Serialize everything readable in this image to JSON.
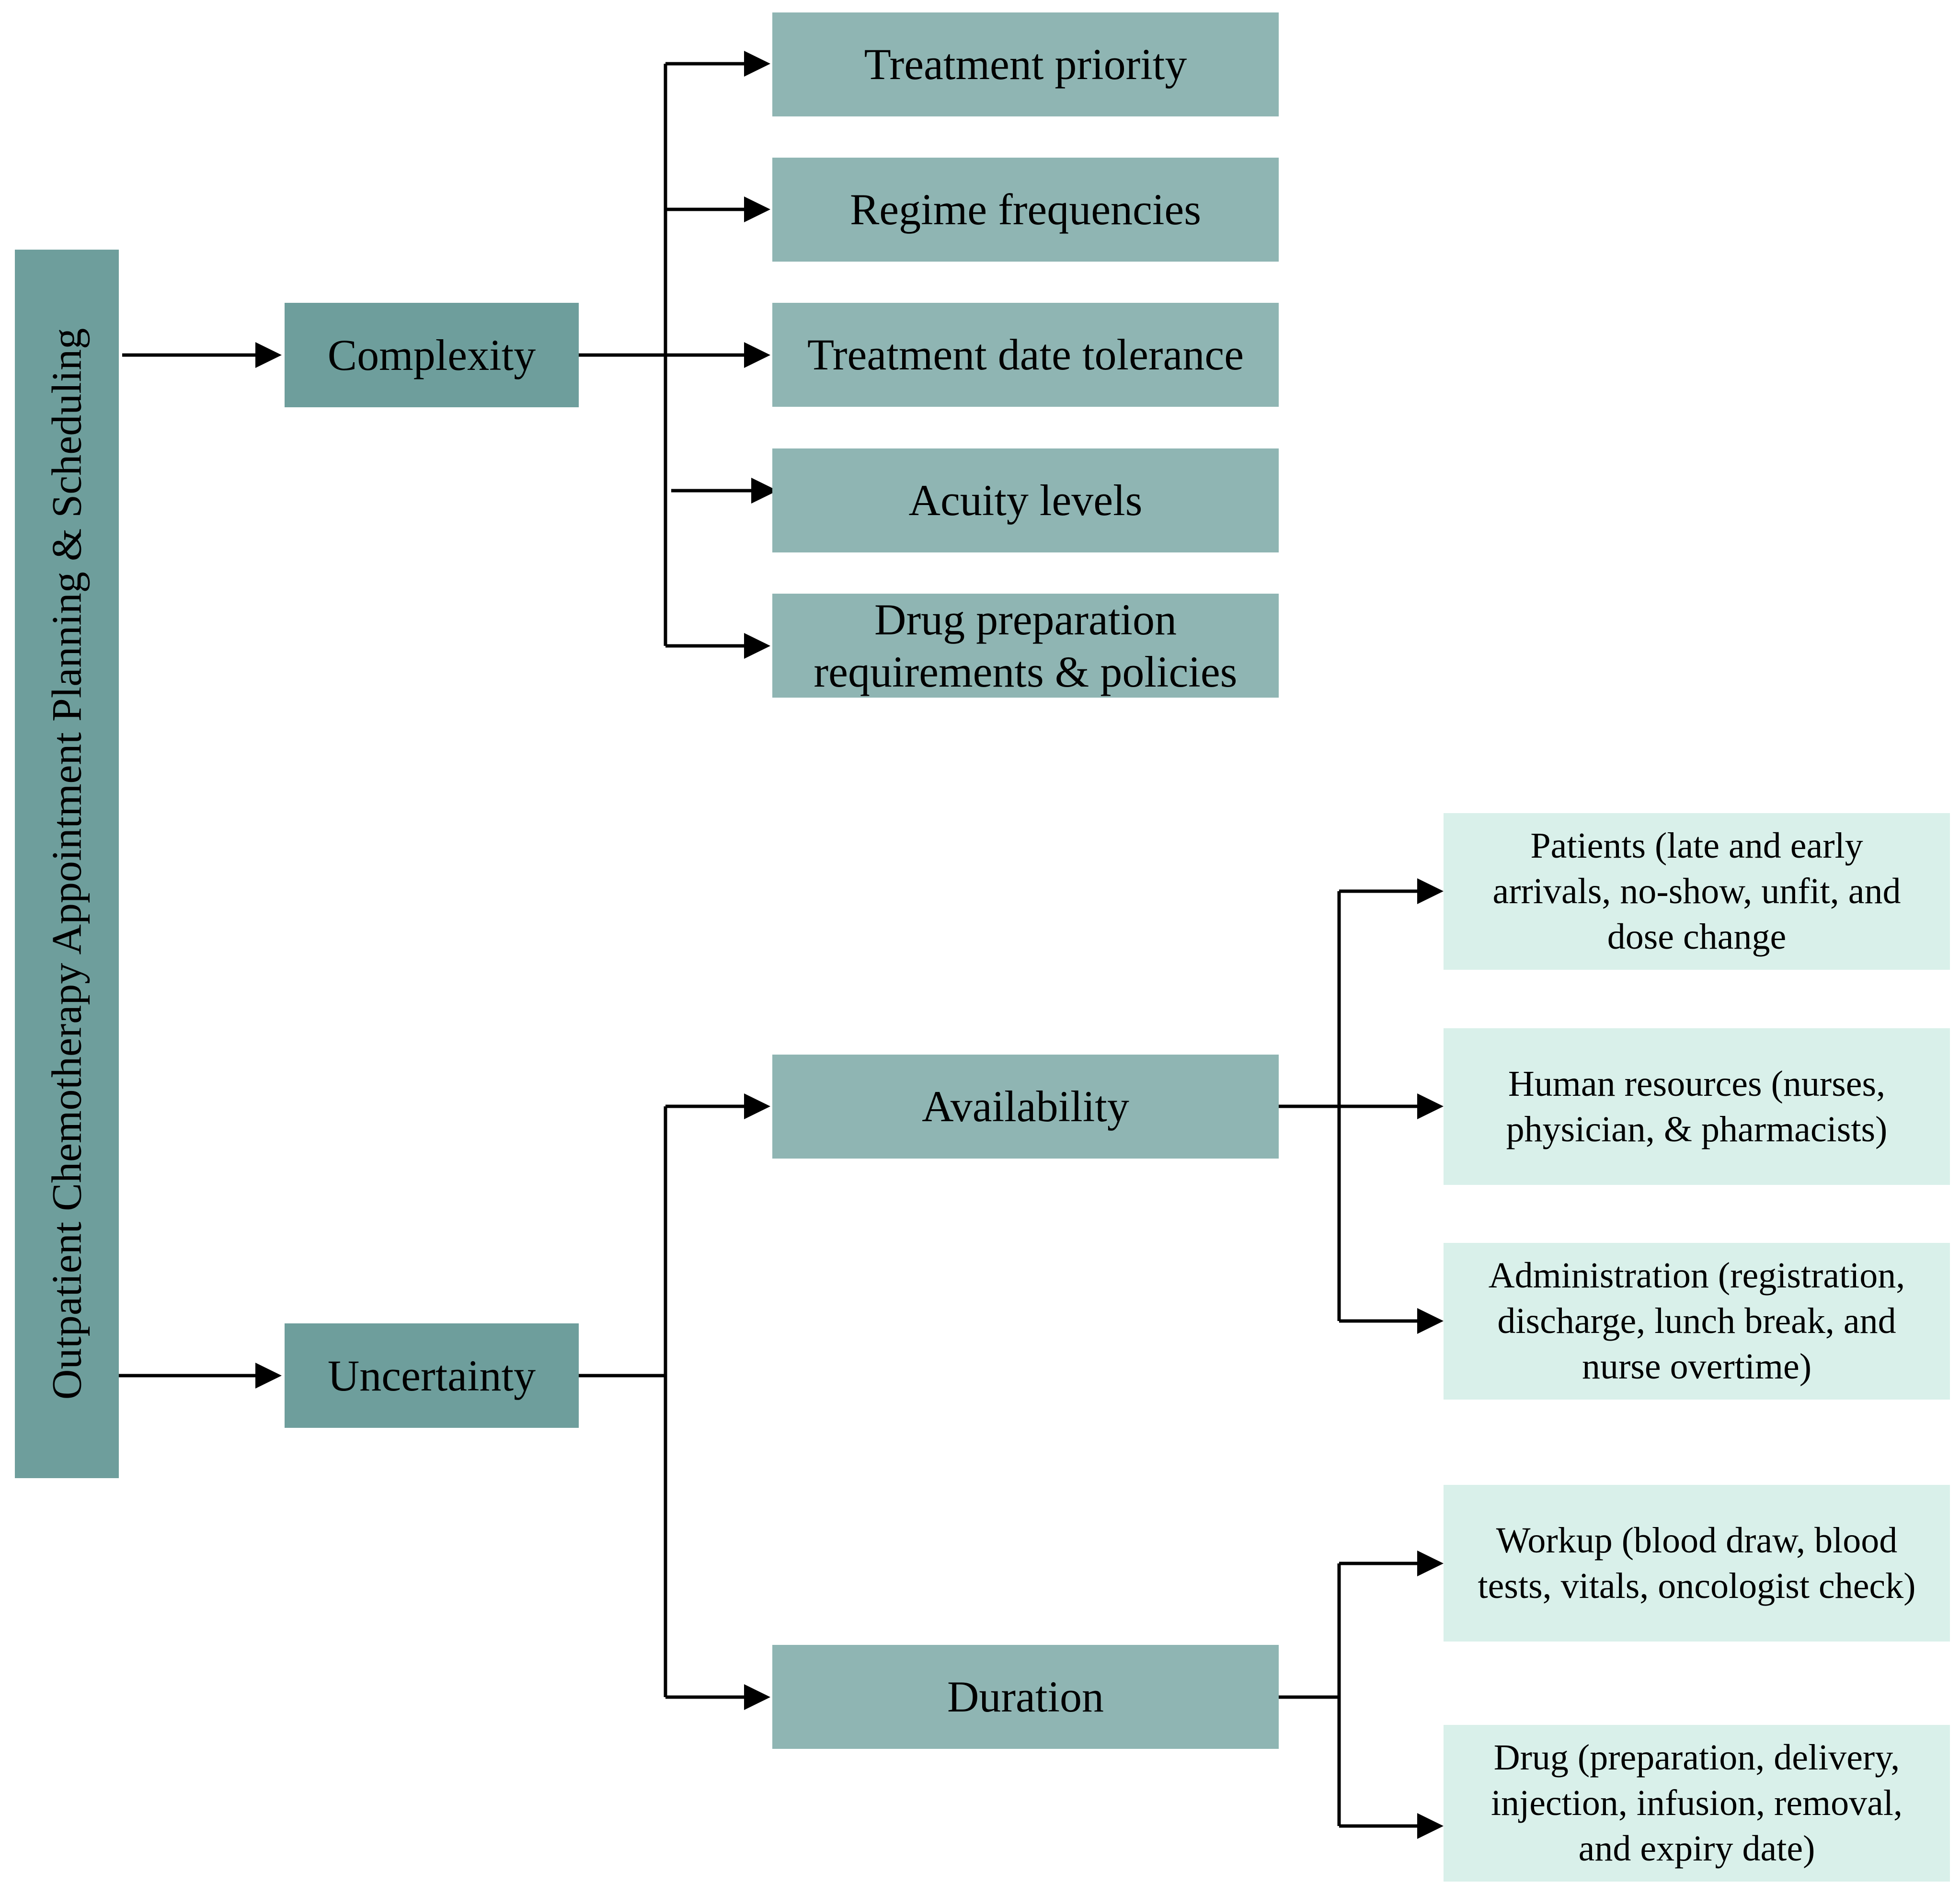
{
  "diagram": {
    "root": "Outpatient Chemotherapy Appointment Planning & Scheduling",
    "complexity": {
      "label": "Complexity",
      "items": [
        "Treatment priority",
        "Regime frequencies",
        "Treatment date tolerance",
        "Acuity levels",
        "Drug preparation requirements & policies"
      ]
    },
    "uncertainty": {
      "label": "Uncertainty",
      "availability": {
        "label": "Availability",
        "items": [
          "Patients (late and early arrivals, no-show, unfit, and dose change",
          "Human resources (nurses, physician, & pharmacists)",
          "Administration (registration, discharge, lunch break, and nurse overtime)"
        ]
      },
      "duration": {
        "label": "Duration",
        "items": [
          "Workup (blood draw, blood tests, vitals, oncologist check)",
          "Drug (preparation, delivery, injection, infusion, removal, and expiry date)"
        ]
      }
    }
  }
}
